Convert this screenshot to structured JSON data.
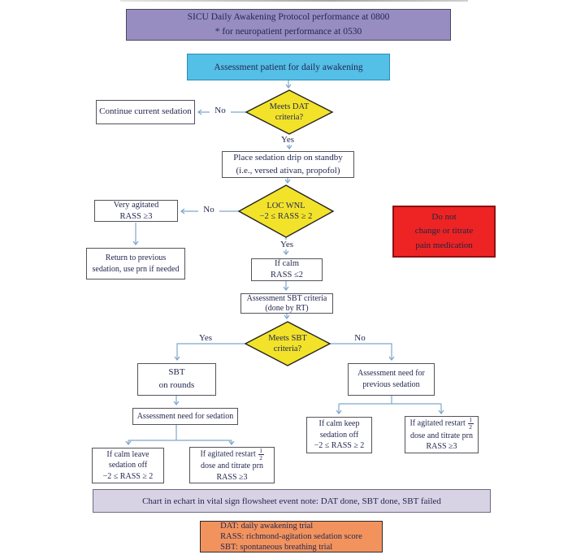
{
  "figure": {
    "title_box": {
      "line1": "SICU Daily Awakening Protocol performance at 0800",
      "line2": "* for neuropatient performance at 0530"
    },
    "assessment_box": {
      "text": "Assessment patient for daily awakening"
    },
    "dat_diamond": {
      "line1": "Meets DAT",
      "line2": "criteria?"
    },
    "continue_box": {
      "text": "Continue current sedation"
    },
    "standby_box": {
      "line1": "Place sedation drip on standby",
      "line2": "(i.e., versed ativan, propofol)"
    },
    "loc_diamond": {
      "line1": "LOC WNL",
      "line2": "−2 ≤ RASS ≥ 2"
    },
    "very_agitated_box": {
      "line1": "Very agitated",
      "line2": "RASS ≥3"
    },
    "return_box": {
      "line1": "Return to previous",
      "line2": "sedation, use prn if needed"
    },
    "pain_box": {
      "line1": "Do not",
      "line2": "change or titrate",
      "line3": "pain medication"
    },
    "if_calm_box": {
      "line1": "If calm",
      "line2": "RASS ≤2"
    },
    "sbt_criteria_box": {
      "line1": "Assessment SBT criteria",
      "line2": "(done by RT)"
    },
    "sbt_diamond": {
      "line1": "Meets SBT",
      "line2": "criteria?"
    },
    "sbt_rounds_box": {
      "line1": "SBT",
      "line2": "on rounds"
    },
    "assess_sedation_box": {
      "text": "Assessment need for sedation"
    },
    "calm_leave_box": {
      "line1": "If calm leave",
      "line2": "sedation off",
      "line3": "−2 ≤ RASS ≥ 2"
    },
    "agitated_left_box": {
      "line1": "If agitated restart",
      "frac_num": "1",
      "frac_den": "2",
      "line2": "dose and titrate prn",
      "line3": "RASS ≥3"
    },
    "assess_previous_box": {
      "line1": "Assessment need for",
      "line2": "previous sedation"
    },
    "calm_keep_box": {
      "line1": "If calm keep",
      "line2": "sedation off",
      "line3": "−2 ≤ RASS ≥ 2"
    },
    "agitated_right_box": {
      "line1": "If agitated restart",
      "frac_num": "1",
      "frac_den": "2",
      "line2": "dose and titrate prn",
      "line3": "RASS ≥3"
    },
    "chart_note_box": {
      "text": "Chart in echart in vital sign flowsheet event note: DAT done, SBT done, SBT failed"
    },
    "legend_box": {
      "line1": "DAT: daily awakening trial",
      "line2": "RASS: richmond-agitation sedation score",
      "line3": "SBT: spontaneous breathing trial"
    },
    "edge_labels": {
      "dat_no": "No",
      "dat_yes": "Yes",
      "loc_no": "No",
      "loc_yes": "Yes",
      "sbt_yes": "Yes",
      "sbt_no": "No"
    },
    "colors": {
      "title_bg": "#978dc1",
      "assessment_bg": "#54bfe7",
      "diamond_bg": "#f2e32a",
      "alert_bg": "#ee2424",
      "note_bg": "#d8d2e5",
      "legend_bg": "#f2935e",
      "connector": "#7ea6cb",
      "text": "#242850"
    }
  }
}
